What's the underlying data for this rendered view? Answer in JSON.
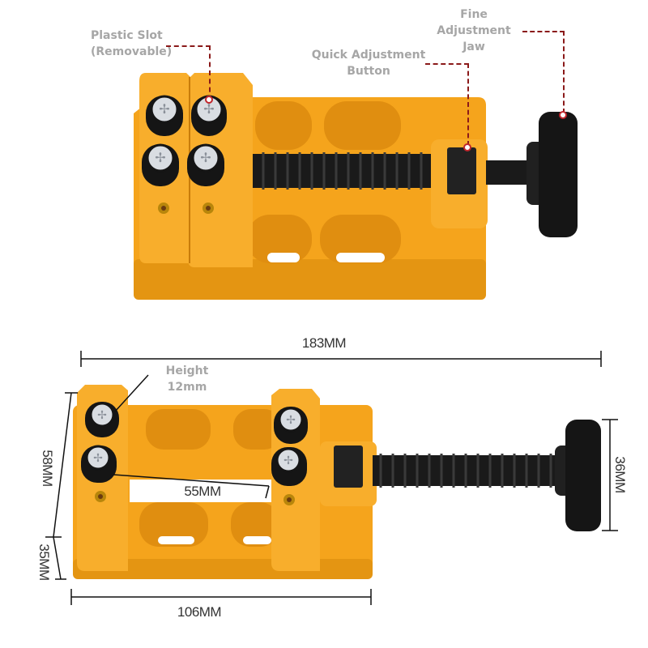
{
  "colors": {
    "body_orange": "#f5a41c",
    "body_orange_dark": "#d98a10",
    "screw_black": "#151515",
    "screw_cap": "#d9dde2",
    "leader_red": "#8b1a1a",
    "label_gray": "#a6a6a6",
    "dimension_line": "#111111"
  },
  "top_view": {
    "callouts": [
      {
        "id": "plastic-slot",
        "text": "Plastic Slot (Removable)"
      },
      {
        "id": "quick-adjustment-button",
        "text": "Quick Adjustment Button"
      },
      {
        "id": "fine-adjustment-jaw",
        "text": "Fine Adjustment Jaw"
      }
    ]
  },
  "bottom_view": {
    "dimensions": {
      "total_length": "183MM",
      "base_length": "106MM",
      "jaw_opening": "55MM",
      "width": "58MM",
      "height": "35MM",
      "knob_diameter": "36MM",
      "slot_height_label": "Height 12mm"
    }
  }
}
